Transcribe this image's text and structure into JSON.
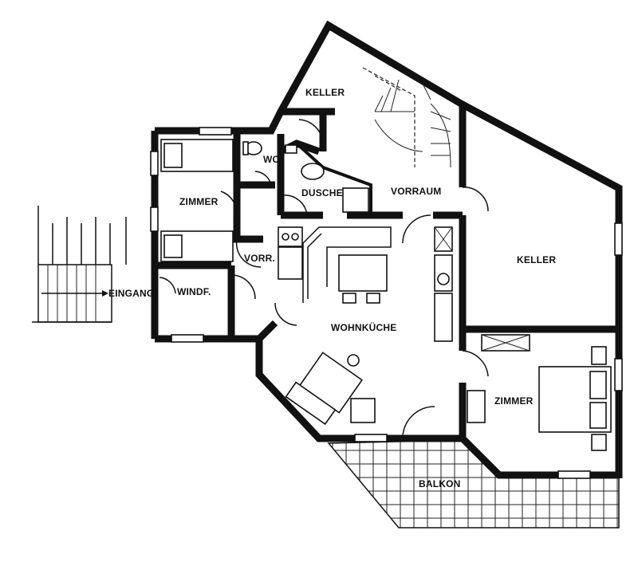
{
  "plan": {
    "rooms": {
      "keller_top": "KELLER",
      "wc": "WC",
      "dusche": "DUSCHE",
      "vorraum": "VORRAUM",
      "zimmer_left": "ZIMMER",
      "vorr": "VORR.",
      "eingang": "EINGANG",
      "windf": "WINDF.",
      "wohnkueche": "WOHNKÜCHE",
      "keller_right": "KELLER",
      "zimmer_right": "ZIMMER",
      "balkon": "BALKON"
    }
  }
}
